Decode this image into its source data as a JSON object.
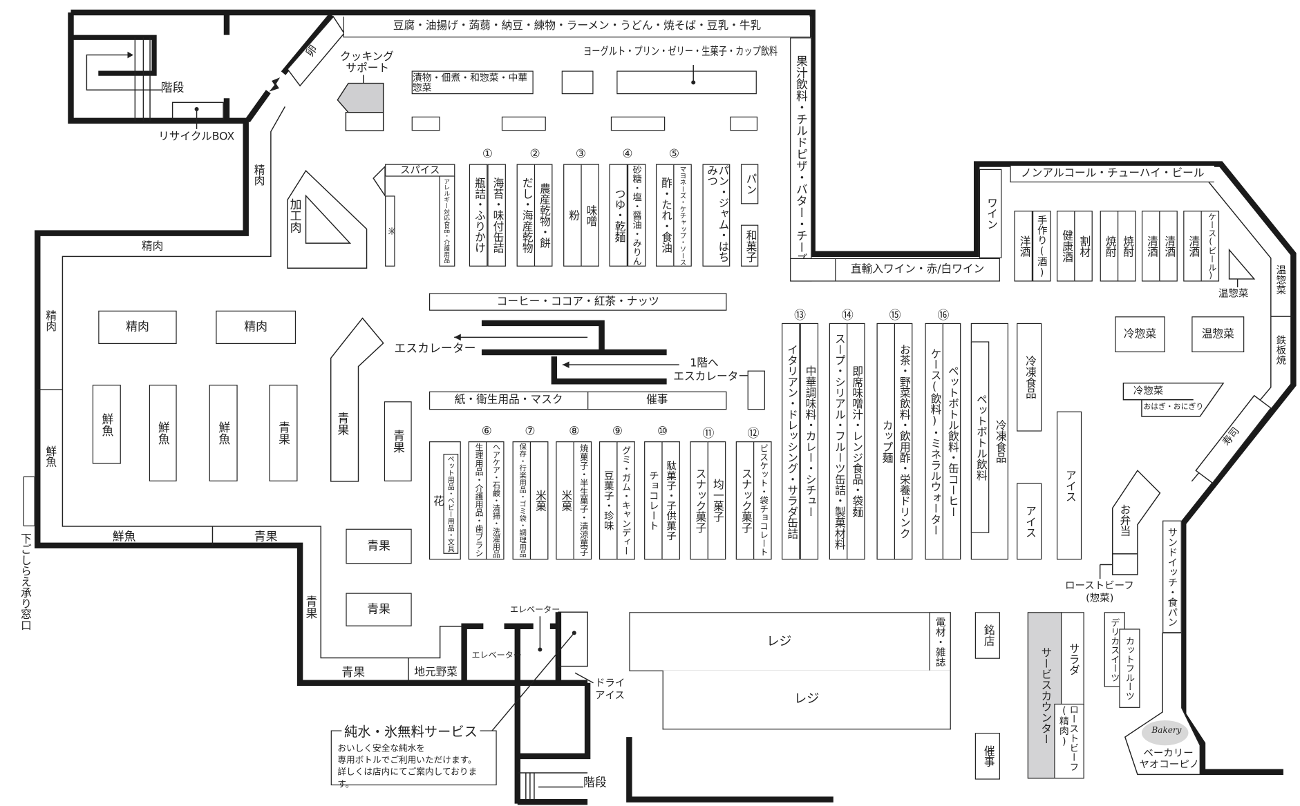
{
  "top": {
    "tofu": "豆腐・油揚げ・蒟蒻・納豆・練物・ラーメン・うどん・焼そば・豆乳・牛乳",
    "yogurt": "ヨーグルト・プリン・ゼリー・生菓子・カップ飲料",
    "juice": "果汁飲料・チルドピザ・バター・チーズ",
    "egg": "卵",
    "cooking_support_1": "クッキング",
    "cooking_support_2": "サポート",
    "pickles": "漬物・佃煮・和惣菜・中華惣菜",
    "stairs": "階段",
    "recycle_box": "リサイクルBOX"
  },
  "grocery": {
    "spice": "スパイス",
    "rice": "米",
    "allergy": "アレルギー対応食品・介護用品",
    "processed_meat": "加工肉",
    "bread_jam": "パン・ジャム・はちみつ",
    "bread": "パン",
    "wagashi": "和菓子",
    "coffee": "コーヒー・ココア・紅茶・ナッツ",
    "paper": "紙・衛生用品・マスク",
    "event": "催事",
    "flower": "花",
    "pet": "ペット用品・ベビー用品・文具"
  },
  "aisles": [
    {
      "number": "①",
      "left": "瓶詰・ふりかけ",
      "right": "海苔・味付缶詰"
    },
    {
      "number": "②",
      "left": "だし・海産乾物",
      "right": "農産乾物・餅"
    },
    {
      "number": "③",
      "left": "粉",
      "right": "味噌"
    },
    {
      "number": "④",
      "left": "つゆ・乾麺",
      "right": "砂糖・塩・醤油・みりん"
    },
    {
      "number": "⑤",
      "left": "酢・たれ・食油",
      "right": "マヨネーズ・ケチャップ・ソース"
    },
    {
      "number": "⑥",
      "left": "生理用品・介護用品・歯ブラシ",
      "right": "ヘアケア・石鹸・清掃・洗濯用品"
    },
    {
      "number": "⑦",
      "left": "保存・行楽用品・ゴミ袋・調理用品",
      "right": "米菓"
    },
    {
      "number": "⑧",
      "left": "米菓",
      "right": "焼菓子・半生菓子・清涼菓子"
    },
    {
      "number": "⑨",
      "left": "豆菓子・珍味",
      "right": "グミ・ガム・キャンディー"
    },
    {
      "number": "⑩",
      "left": "チョコレート",
      "right": "駄菓子・子供菓子"
    },
    {
      "number": "⑪",
      "left": "スナック菓子",
      "right": "均一菓子"
    },
    {
      "number": "⑫",
      "left": "スナック菓子",
      "right": "ビスケット・袋チョコレート"
    },
    {
      "number": "⑬",
      "left": "イタリアン・ドレッシング・サラダ缶詰",
      "right": "中華調味料・カレー・シチュー"
    },
    {
      "number": "⑭",
      "left": "スープ・シリアル・フルーツ缶詰・製菓材料",
      "right": "即席味噌汁・レンジ食品・袋麺"
    },
    {
      "number": "⑮",
      "left": "カップ麺",
      "right": "お茶・野菜飲料・飲用酢・栄養ドリンク"
    },
    {
      "number": "⑯",
      "left": "ケース(飲料)・ミネラルウォーター",
      "right": "ペットボトル飲料・缶コーヒー"
    }
  ],
  "drinks": {
    "wine": "ワイン",
    "import_wine": "直輸入ワイン・赤/白ワイン",
    "non_alcohol": "ノンアルコール・チューハイ・ビール",
    "shelves": [
      {
        "left": "洋酒",
        "right": "手作り(酒)"
      },
      {
        "left": "健康酒",
        "right": "割材"
      },
      {
        "left": "焼酎",
        "right": "焼酎"
      },
      {
        "left": "清酒",
        "right": "清酒"
      },
      {
        "left": "清酒",
        "right": "ケース(ビール)"
      }
    ],
    "pet_bottle": "ペットボトル飲料"
  },
  "frozen": {
    "frozen_food": "冷凍食品",
    "frozen_food_2": "冷凍食品",
    "ice_1": "アイス",
    "ice_2": "アイス"
  },
  "deli": {
    "hot_deli_triangle": "温惣菜",
    "hot_deli_strip": "温惣菜",
    "teppanyaki": "鉄板焼",
    "cold_deli": "冷惣菜",
    "hot_deli": "温惣菜",
    "cold_deli_2": "冷惣菜",
    "ohagi": "おはぎ・おにぎり",
    "sushi": "寿司",
    "bento": "お弁当",
    "roast_beef_deli_1": "ローストビーフ",
    "roast_beef_deli_2": "(惣菜)",
    "sandwich": "サンドイッチ・食パン",
    "deli_sweets": "デリカスイーツ",
    "cut_fruit": "カットフルーツ",
    "bakery_logo": "Bakery",
    "bakery_1": "ベーカリー",
    "bakery_2": "ヤオコーピノ"
  },
  "fresh": {
    "meat": "精肉",
    "fish": "鮮魚",
    "produce": "青果",
    "local_veg": "地元野菜",
    "prep_window": "下ごしらえ承り窓口"
  },
  "escalator": {
    "up": "エスカレーター",
    "down_1": "1階へ",
    "down_2": "エスカレーター"
  },
  "front": {
    "register": "レジ",
    "register_2": "レジ",
    "batteries_magazines": "電材・雑誌",
    "famous_shops": "銘店",
    "event": "催事",
    "service_counter": "サービスカウンター",
    "salad": "サラダ",
    "roast_beef_meat": "ローストビーフ(精肉)",
    "elevator_1": "エレベーター",
    "elevator_2": "エレベーター",
    "dry_ice_1": "ドライ",
    "dry_ice_2": "アイス",
    "stairs": "階段"
  },
  "notice": {
    "title": "純水・氷無料サービス",
    "line1": "おいしく安全な純水を",
    "line2": "専用ボトルでご利用いただけます。",
    "line3": "詳しくは店内にてご案内しております。"
  },
  "colors": {
    "wall": "#1a1a1a",
    "service_counter": "#d3d3d5",
    "cooking_support": "#cfcfd1"
  }
}
